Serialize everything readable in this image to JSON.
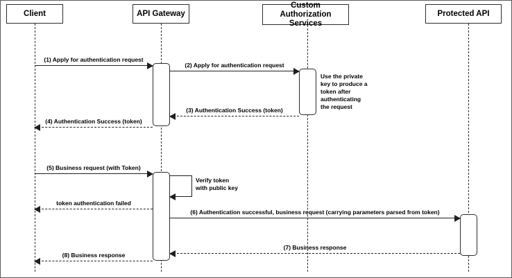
{
  "diagram": {
    "type": "uml-sequence-diagram",
    "participants": [
      {
        "id": "client",
        "label": "Client"
      },
      {
        "id": "api-gateway",
        "label": "API Gateway"
      },
      {
        "id": "custom-authorization-services",
        "label": "Custom Authorization Services"
      },
      {
        "id": "protected-api",
        "label": "Protected API"
      }
    ],
    "messages": [
      {
        "id": "m1",
        "label": "(1) Apply for authentication request",
        "from": "client",
        "to": "api-gateway",
        "style": "solid",
        "direction": "right"
      },
      {
        "id": "m2",
        "label": "(2) Apply for authentication request",
        "from": "api-gateway",
        "to": "custom-authorization-services",
        "style": "solid",
        "direction": "right"
      },
      {
        "id": "m3",
        "label": "(3) Authentication Success (token)",
        "from": "custom-authorization-services",
        "to": "api-gateway",
        "style": "dashed",
        "direction": "left"
      },
      {
        "id": "m4",
        "label": "(4) Authentication Success (token)",
        "from": "api-gateway",
        "to": "client",
        "style": "dashed",
        "direction": "left"
      },
      {
        "id": "m5",
        "label": "(5) Business request (with Token)",
        "from": "client",
        "to": "api-gateway",
        "style": "solid",
        "direction": "right"
      },
      {
        "id": "m6",
        "label": "token authentication failed",
        "from": "api-gateway",
        "to": "client",
        "style": "dashed",
        "direction": "left"
      },
      {
        "id": "m7",
        "label": "(6) Authentication successful, business request (carrying parameters parsed from token)",
        "from": "api-gateway",
        "to": "protected-api",
        "style": "solid",
        "direction": "right"
      },
      {
        "id": "m8",
        "label": "(7) Business response",
        "from": "protected-api",
        "to": "api-gateway",
        "style": "dashed",
        "direction": "left"
      },
      {
        "id": "m9",
        "label": "(8) Business response",
        "from": "api-gateway",
        "to": "client",
        "style": "dashed",
        "direction": "left"
      }
    ],
    "self_messages": [
      {
        "id": "s1",
        "label_line1": "Verify token",
        "label_line2": "with public key",
        "on": "api-gateway"
      }
    ],
    "notes": [
      {
        "id": "n1",
        "on": "custom-authorization-services",
        "lines": [
          "Use the private",
          "key to produce a",
          "token after",
          "authenticating",
          "the request"
        ]
      }
    ],
    "colors": {
      "stroke": "#2b2b2b",
      "line": "#1f1f1f",
      "background": "#ffffff",
      "text": "#000000",
      "frame": "#5a5a5a"
    }
  }
}
